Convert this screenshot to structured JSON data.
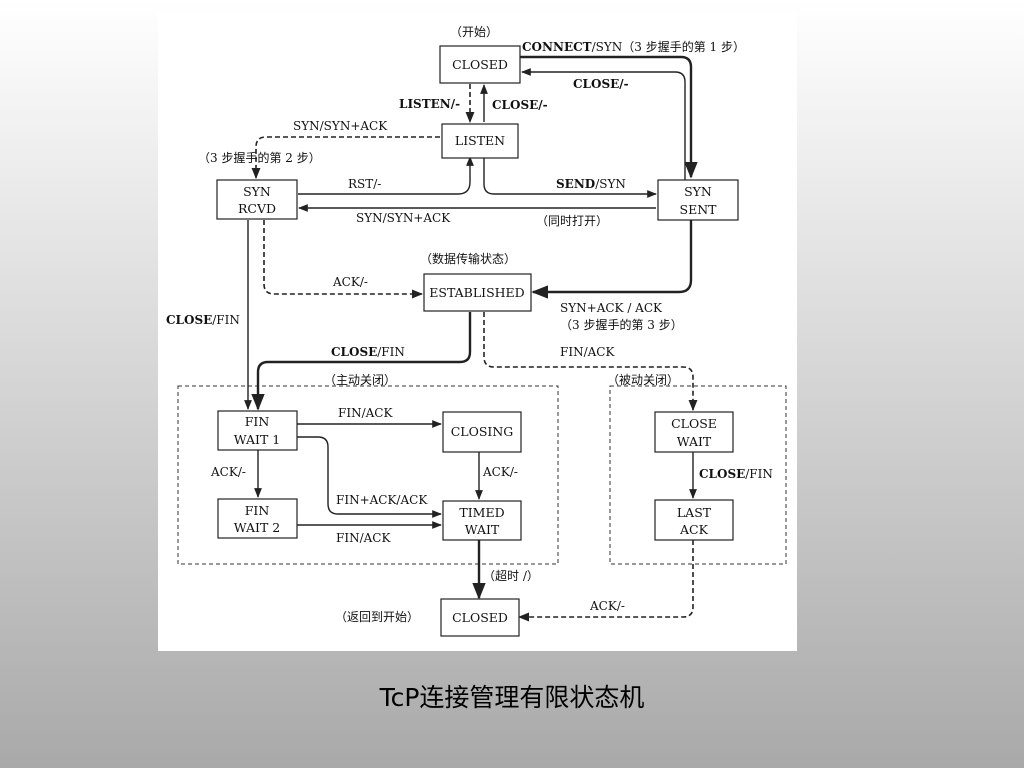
{
  "caption": "TcP连接管理有限状态机",
  "states": {
    "closed_top": [
      "CLOSED"
    ],
    "listen": [
      "LISTEN"
    ],
    "syn_rcvd": [
      "SYN",
      "RCVD"
    ],
    "syn_sent": [
      "SYN",
      "SENT"
    ],
    "established": [
      "ESTABLISHED"
    ],
    "fin_wait_1": [
      "FIN",
      "WAIT 1"
    ],
    "closing": [
      "CLOSING"
    ],
    "fin_wait_2": [
      "FIN",
      "WAIT 2"
    ],
    "timed_wait": [
      "TIMED",
      "WAIT"
    ],
    "close_wait": [
      "CLOSE",
      "WAIT"
    ],
    "last_ack": [
      "LAST",
      "ACK"
    ],
    "closed_bottom": [
      "CLOSED"
    ]
  },
  "notes": {
    "start": "（开始）",
    "step2": "（3 步握手的第 2 步）",
    "simultaneous": "（同时打开）",
    "data_transfer": "（数据传输状态）",
    "step3": "（3 步握手的第 3 步）",
    "active_close": "（主动关闭）",
    "passive_close": "（被动关闭）",
    "timeout": "（超时 /）",
    "return_start": "（返回到开始）"
  },
  "transitions": {
    "connect_syn": "CONNECT",
    "connect_syn_rest": "/SYN（3 步握手的第 1 步）",
    "close_dash_top": "CLOSE/-",
    "listen_dash": "LISTEN/-",
    "close_dash_listen": "CLOSE/-",
    "syn_syn_ack_1": "SYN/SYN+ACK",
    "rst": "RST/-",
    "send_bold": "SEND",
    "send_rest": "/SYN",
    "syn_syn_ack_2": "SYN/SYN+ACK",
    "ack_dash_est": "ACK/-",
    "syn_ack_ack": "SYN+ACK / ACK",
    "close_fin_left_bold": "CLOSE",
    "close_fin_left_rest": "/FIN",
    "close_fin_mid_bold": "CLOSE",
    "close_fin_mid_rest": "/FIN",
    "fin_ack_passive": "FIN/ACK",
    "fin_ack_closing": "FIN/ACK",
    "ack_dash_fw": "ACK/-",
    "fin_ack_ack": "FIN+ACK/ACK",
    "ack_dash_closing": "ACK/-",
    "fin_ack_fw2": "FIN/ACK",
    "close_fin_right_bold": "CLOSE",
    "close_fin_right_rest": "/FIN",
    "ack_dash_bottom": "ACK/-"
  }
}
